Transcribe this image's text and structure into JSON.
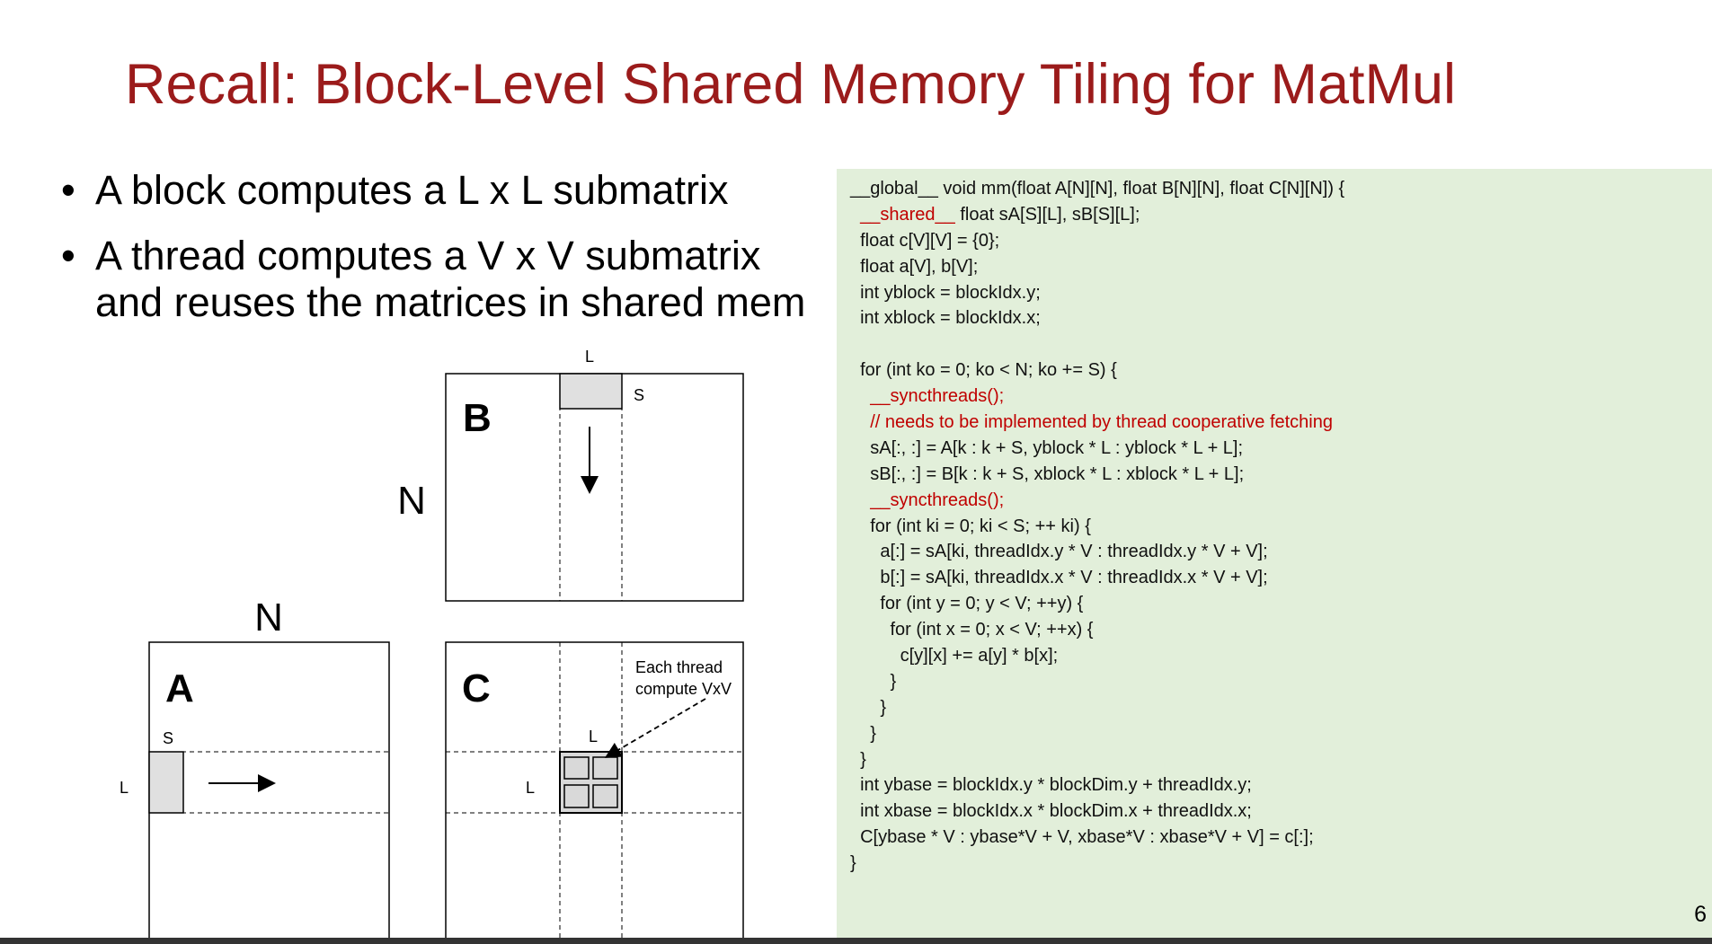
{
  "slide": {
    "title": "Recall: Block-Level Shared Memory Tiling for MatMul",
    "page_number": "6",
    "bullets": [
      "A block computes a L x L submatrix",
      "A thread computes a V x V submatrix and reuses the matrices in shared mem"
    ]
  },
  "diagram": {
    "matrix_b": "B",
    "matrix_a": "A",
    "matrix_c": "C",
    "n_label_b": "N",
    "n_label_a": "N",
    "l_label_b": "L",
    "s_label_b": "S",
    "s_label_a": "S",
    "l_label_a": "L",
    "l_label_c_top": "L",
    "l_label_c_left": "L",
    "annotation_line1": "Each thread",
    "annotation_line2": "compute VxV"
  },
  "code": {
    "lines": [
      {
        "text": "__global__ void mm(float A[N][N], float B[N][N], float C[N][N]) {",
        "color": "black"
      },
      {
        "text": "  __shared__ float sA[S][L], sB[S][L];",
        "color": "mixed",
        "red_part": "  __shared__",
        "black_part": " float sA[S][L], sB[S][L];"
      },
      {
        "text": "  float c[V][V] = {0};",
        "color": "black"
      },
      {
        "text": "  float a[V], b[V];",
        "color": "black"
      },
      {
        "text": "  int yblock = blockIdx.y;",
        "color": "black"
      },
      {
        "text": "  int xblock = blockIdx.x;",
        "color": "black"
      },
      {
        "text": "",
        "color": "black"
      },
      {
        "text": "  for (int ko = 0; ko < N; ko += S) {",
        "color": "black"
      },
      {
        "text": "    __syncthreads();",
        "color": "red"
      },
      {
        "text": "    // needs to be implemented by thread cooperative fetching",
        "color": "red"
      },
      {
        "text": "    sA[:, :] = A[k : k + S, yblock * L : yblock * L + L];",
        "color": "black"
      },
      {
        "text": "    sB[:, :] = B[k : k + S, xblock * L : xblock * L + L];",
        "color": "black"
      },
      {
        "text": "    __syncthreads();",
        "color": "red"
      },
      {
        "text": "    for (int ki = 0; ki < S; ++ ki) {",
        "color": "black"
      },
      {
        "text": "      a[:] = sA[ki, threadIdx.y * V : threadIdx.y * V + V];",
        "color": "black"
      },
      {
        "text": "      b[:] = sA[ki, threadIdx.x * V : threadIdx.x * V + V];",
        "color": "black"
      },
      {
        "text": "      for (int y = 0; y < V; ++y) {",
        "color": "black"
      },
      {
        "text": "        for (int x = 0; x < V; ++x) {",
        "color": "black"
      },
      {
        "text": "          c[y][x] += a[y] * b[x];",
        "color": "black"
      },
      {
        "text": "        }",
        "color": "black"
      },
      {
        "text": "      }",
        "color": "black"
      },
      {
        "text": "    }",
        "color": "black"
      },
      {
        "text": "  }",
        "color": "black"
      },
      {
        "text": "  int ybase = blockIdx.y * blockDim.y + threadIdx.y;",
        "color": "black"
      },
      {
        "text": "  int xbase = blockIdx.x * blockDim.x + threadIdx.x;",
        "color": "black"
      },
      {
        "text": "  C[ybase * V : ybase*V + V, xbase*V : xbase*V + V] = c[:];",
        "color": "black"
      },
      {
        "text": "}",
        "color": "black"
      }
    ]
  },
  "colors": {
    "title": "#9b1b1b",
    "code_background": "#e2efda",
    "code_red": "#c00000",
    "tile_fill": "#e0e0e0"
  }
}
